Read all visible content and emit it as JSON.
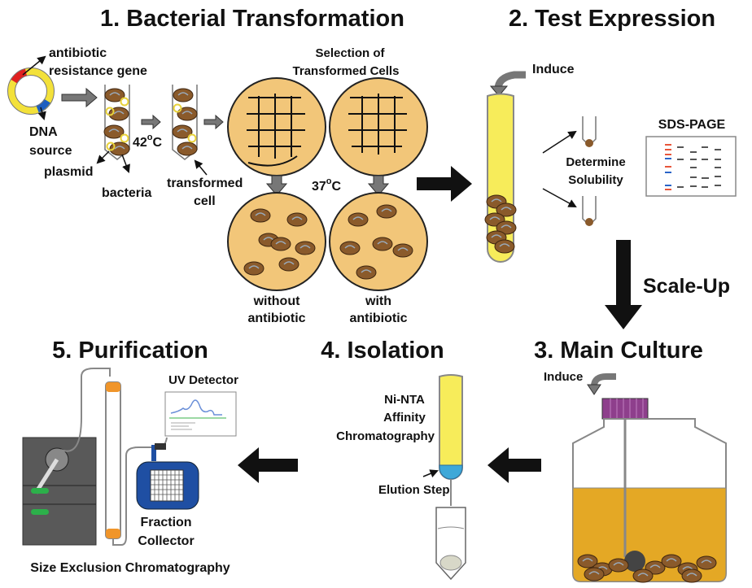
{
  "steps": {
    "s1": "1. Bacterial Transformation",
    "s2": "2. Test Expression",
    "s3": "3. Main Culture",
    "s4": "4. Isolation",
    "s5": "5. Purification"
  },
  "labels": {
    "antibiotic": "antibiotic",
    "resistance_gene": "resistance gene",
    "dna": "DNA",
    "source": "source",
    "plasmid": "plasmid",
    "bacteria": "bacteria",
    "temp42": "42",
    "temp37": "37",
    "deg_c": "C",
    "deg_o": "o",
    "transformed": "transformed",
    "cell": "cell",
    "selection_1": "Selection of",
    "selection_2": "Transformed Cells",
    "without": "without",
    "with": "with",
    "antibiotic_plate": "antibiotic",
    "induce": "Induce",
    "determine": "Determine",
    "solubility": "Solubility",
    "sds_page": "SDS-PAGE",
    "scale_up": "Scale-Up",
    "induce_culture": "Induce",
    "ni_nta": "Ni-NTA",
    "affinity": "Affinity",
    "chromatography": "Chromatography",
    "elution_step": "Elution Step",
    "uv_detector": "UV Detector",
    "fraction": "Fraction",
    "collector": "Collector",
    "sec": "Size Exclusion Chromatography"
  },
  "colors": {
    "plate": "#f2c679",
    "bacteria": "#8a5a2b",
    "medium": "#f7ec5a",
    "culture": "#e4a825",
    "cap": "#8e3f8c",
    "collector": "#1f4fa3",
    "instrument": "#595959",
    "resistance_gene": "#e02020",
    "dna_source": "#1e5fc0"
  }
}
